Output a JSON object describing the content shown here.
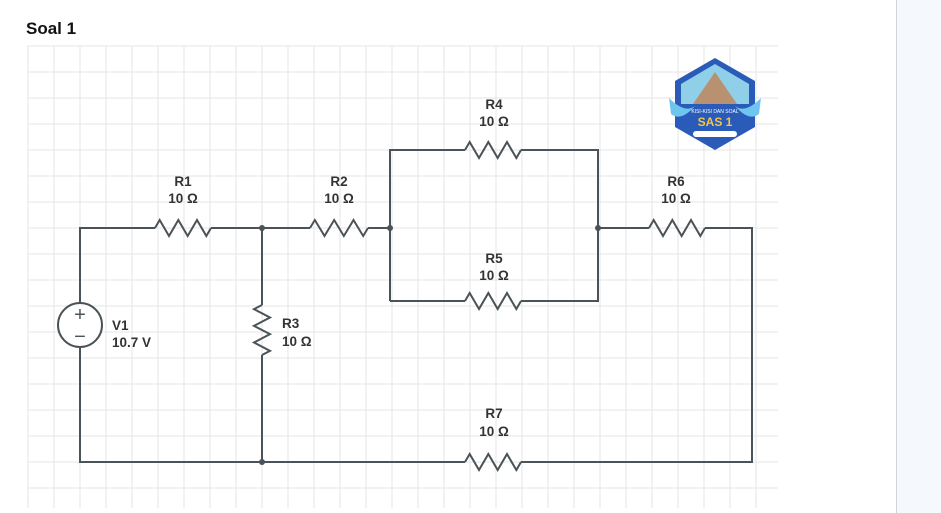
{
  "page": {
    "title": "Soal 1"
  },
  "logo": {
    "text_top": "KISI-KISI DAN SOAL",
    "text_main": "SAS 1"
  },
  "circuit": {
    "source": {
      "name": "V1",
      "value": "10.7 V",
      "plus": "+",
      "minus": "−"
    },
    "resistors": [
      {
        "name": "R1",
        "value": "10 Ω"
      },
      {
        "name": "R2",
        "value": "10 Ω"
      },
      {
        "name": "R3",
        "value": "10 Ω"
      },
      {
        "name": "R4",
        "value": "10 Ω"
      },
      {
        "name": "R5",
        "value": "10 Ω"
      },
      {
        "name": "R6",
        "value": "10 Ω"
      },
      {
        "name": "R7",
        "value": "10 Ω"
      }
    ]
  },
  "colors": {
    "wire": "#4a5358",
    "grid": "#e6e6e6",
    "side_panel": "#f5f9fd"
  }
}
